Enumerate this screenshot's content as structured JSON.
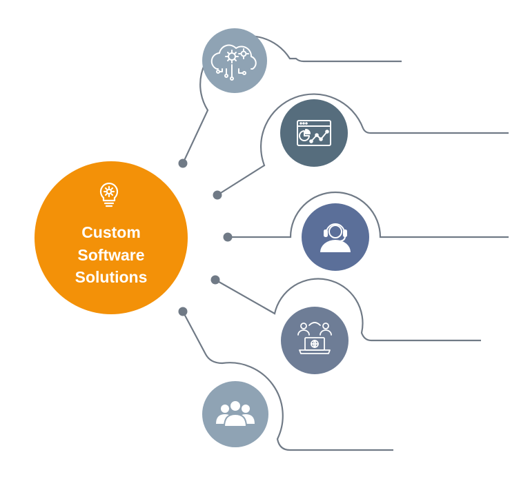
{
  "hub": {
    "title_lines": [
      "Custom",
      "Software",
      "Solutions"
    ],
    "icon": "lightbulb-gear-icon",
    "color": "#F39108"
  },
  "branches": [
    {
      "id": "cloud",
      "icon": "cloud-gears-icon",
      "color": "#8FA3B4"
    },
    {
      "id": "analytics",
      "icon": "browser-analytics-icon",
      "color": "#566D7D"
    },
    {
      "id": "support",
      "icon": "headset-support-icon",
      "color": "#5B6F99"
    },
    {
      "id": "collaboration",
      "icon": "remote-team-laptop-icon",
      "color": "#6E7D96"
    },
    {
      "id": "team",
      "icon": "user-group-icon",
      "color": "#8FA3B4"
    }
  ],
  "connector_color": "#707A86"
}
